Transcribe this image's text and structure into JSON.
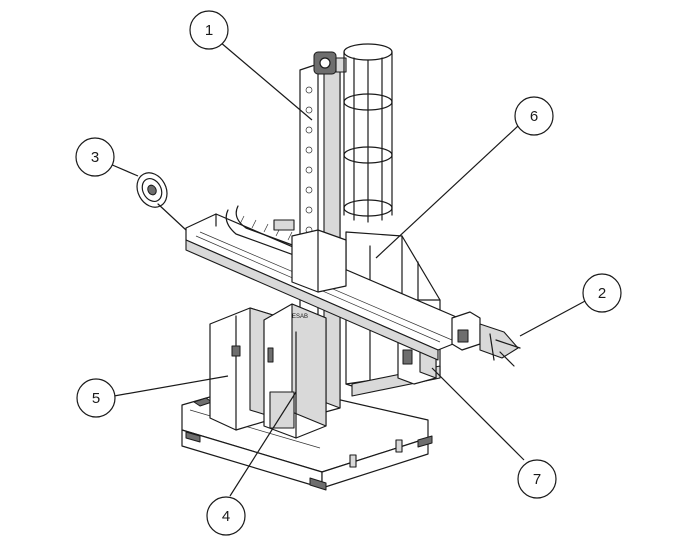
{
  "callouts": [
    {
      "label": "1"
    },
    {
      "label": "2"
    },
    {
      "label": "3"
    },
    {
      "label": "4"
    },
    {
      "label": "5"
    },
    {
      "label": "6"
    },
    {
      "label": "7"
    }
  ],
  "machine": {
    "cabinet_label": "ESAB"
  },
  "colors": {
    "line": "#1a1a1a",
    "background": "#ffffff",
    "shade": "#d9d9d9"
  }
}
